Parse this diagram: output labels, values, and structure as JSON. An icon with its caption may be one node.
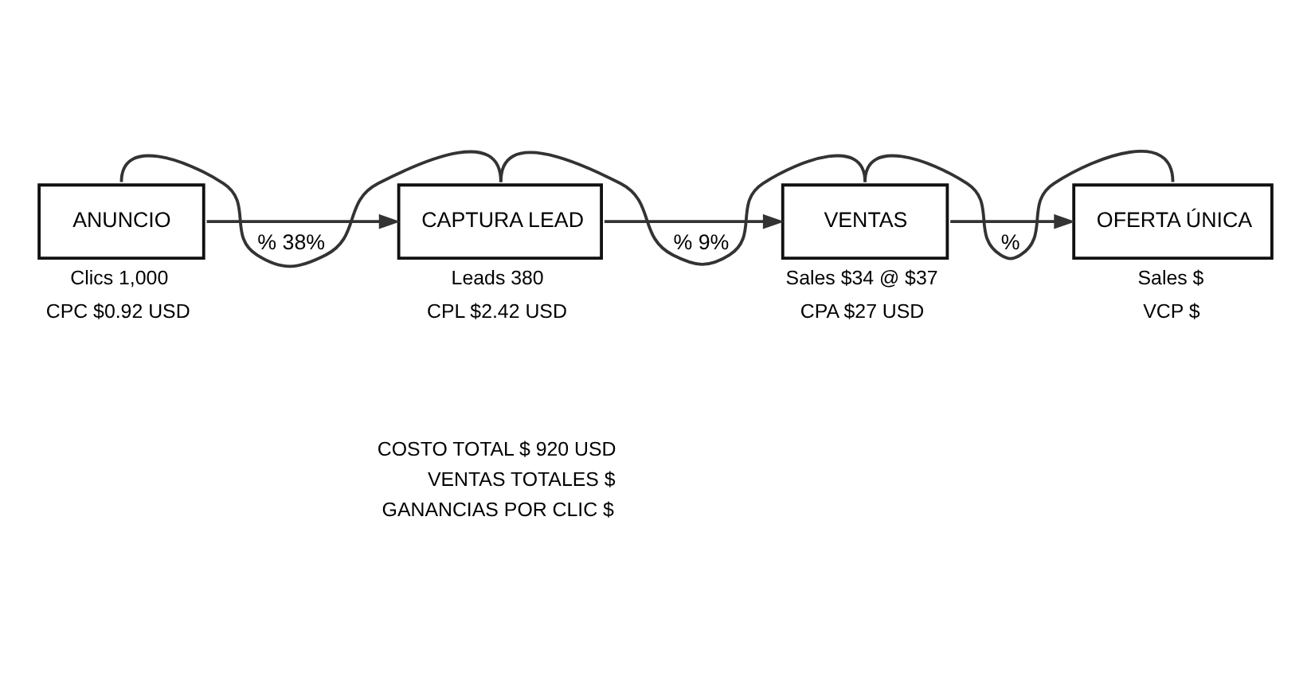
{
  "diagram": {
    "nodes": [
      {
        "text": [
          "ANUNCIO"
        ],
        "beside": [
          "Clics 1,000",
          "CPC $0.92 USD"
        ]
      },
      {
        "text": [
          "CAPTURA LEAD"
        ],
        "beside": [
          "Leads 380",
          "CPL $2.42 USD"
        ]
      },
      {
        "text": [
          "VENTAS"
        ],
        "beside": [
          "Sales $34 @ $37",
          "CPA $27 USD"
        ]
      },
      {
        "text": [
          "OFERTA ÚNICA"
        ],
        "beside": [
          "Sales $",
          "VCP $"
        ]
      }
    ],
    "edges": [
      {
        "from": 0,
        "to": 1,
        "arrow": "to"
      },
      {
        "from": 1,
        "to": 2,
        "arrow": "to"
      },
      {
        "from": 2,
        "to": 3,
        "arrow": "to"
      },
      {
        "from": 0,
        "to": 1,
        "arrow": "none",
        "label": "% 38%"
      },
      {
        "from": 1,
        "to": 2,
        "arrow": "none",
        "label": "% 9%"
      },
      {
        "from": 2,
        "to": 3,
        "arrow": "none",
        "label": "%"
      }
    ],
    "labels": [
      "COSTO TOTAL $ 920 USD",
      "VENTAS TOTALES $",
      "GANANCIAS POR CLIC $"
    ]
  }
}
